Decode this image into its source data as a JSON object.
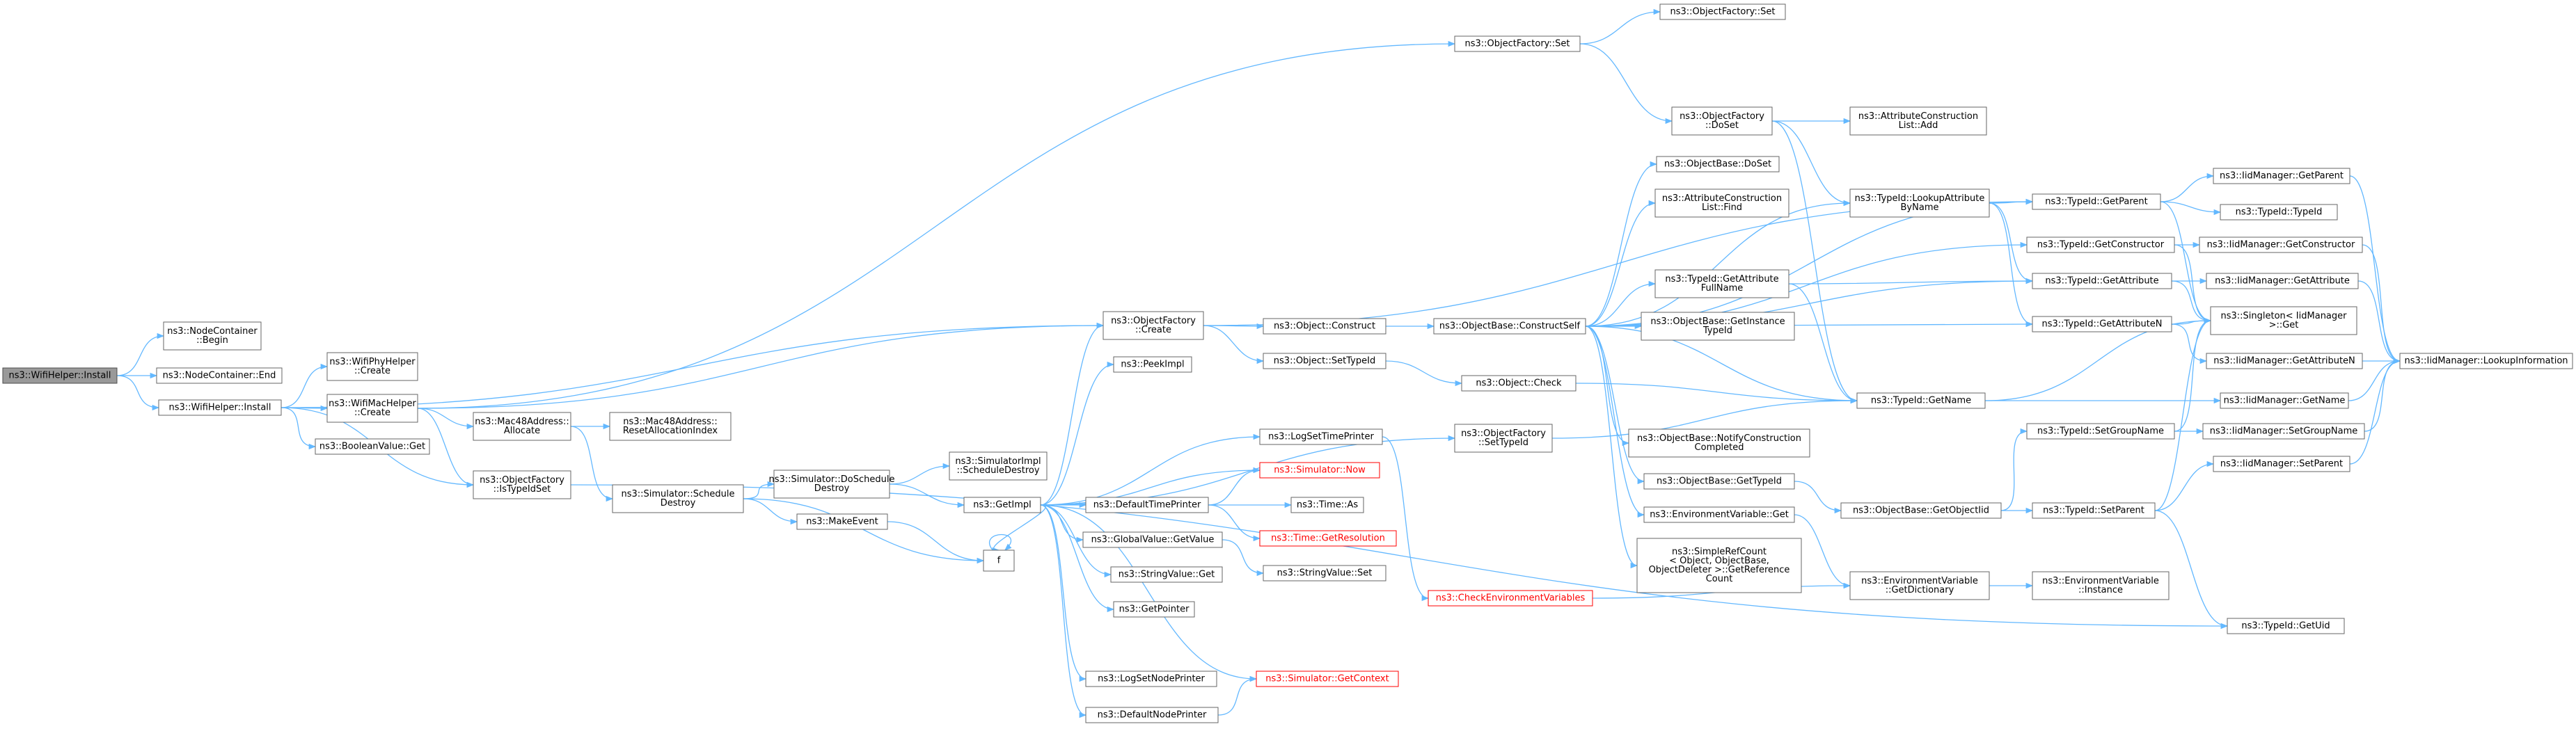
{
  "graph": {
    "colors": {
      "edge": "#63B8FF",
      "node_border": "#666666",
      "root_fill": "#999999",
      "root_border": "#4d4d4d",
      "root_text": "#000000",
      "node_text": "#000000",
      "red_border": "#ff0000",
      "red_text": "#ff0000",
      "node_fill": "#ffffff"
    },
    "nodes": [
      {
        "id": "wifihelper_install_root",
        "lines": [
          "ns3::WifiHelper::Install"
        ],
        "style": "root"
      },
      {
        "id": "nodecontainer_begin",
        "lines": [
          "ns3::NodeContainer",
          "::Begin"
        ]
      },
      {
        "id": "nodecontainer_end",
        "lines": [
          "ns3::NodeContainer::End"
        ]
      },
      {
        "id": "wifihelper_install",
        "lines": [
          "ns3::WifiHelper::Install"
        ]
      },
      {
        "id": "wifiphyhelper_create",
        "lines": [
          "ns3::WifiPhyHelper",
          "::Create"
        ]
      },
      {
        "id": "wifimachelper_create",
        "lines": [
          "ns3::WifiMacHelper",
          "::Create"
        ]
      },
      {
        "id": "booleanvalue_get",
        "lines": [
          "ns3::BooleanValue::Get"
        ]
      },
      {
        "id": "objectfactory_istypeidset",
        "lines": [
          "ns3::ObjectFactory",
          "::IsTypeIdSet"
        ]
      },
      {
        "id": "mac48_allocate",
        "lines": [
          "ns3::Mac48Address::",
          "Allocate"
        ]
      },
      {
        "id": "mac48_resetalloc",
        "lines": [
          "ns3::Mac48Address::",
          "ResetAllocationIndex"
        ]
      },
      {
        "id": "sim_scheduledestroy",
        "lines": [
          "ns3::Simulator::Schedule",
          "Destroy"
        ]
      },
      {
        "id": "sim_doscheduledestroy",
        "lines": [
          "ns3::Simulator::DoSchedule",
          "Destroy"
        ]
      },
      {
        "id": "simimpl_scheduledestroy",
        "lines": [
          "ns3::SimulatorImpl",
          "::ScheduleDestroy"
        ]
      },
      {
        "id": "makeevent",
        "lines": [
          "ns3::MakeEvent"
        ]
      },
      {
        "id": "f",
        "lines": [
          "f"
        ]
      },
      {
        "id": "getimpl",
        "lines": [
          "ns3::GetImpl"
        ]
      },
      {
        "id": "objectfactory_create",
        "lines": [
          "ns3::ObjectFactory",
          "::Create"
        ]
      },
      {
        "id": "peekimpl",
        "lines": [
          "ns3::PeekImpl"
        ]
      },
      {
        "id": "logsettimeprinter",
        "lines": [
          "ns3::LogSetTimePrinter"
        ]
      },
      {
        "id": "simulator_now",
        "lines": [
          "ns3::Simulator::Now"
        ],
        "style": "red"
      },
      {
        "id": "defaulttimeprinter",
        "lines": [
          "ns3::DefaultTimePrinter"
        ]
      },
      {
        "id": "time_as",
        "lines": [
          "ns3::Time::As"
        ]
      },
      {
        "id": "time_getresolution",
        "lines": [
          "ns3::Time::GetResolution"
        ],
        "style": "red"
      },
      {
        "id": "globalvalue_getvalue",
        "lines": [
          "ns3::GlobalValue::GetValue"
        ]
      },
      {
        "id": "stringvalue_set",
        "lines": [
          "ns3::StringValue::Set"
        ]
      },
      {
        "id": "stringvalue_get",
        "lines": [
          "ns3::StringValue::Get"
        ]
      },
      {
        "id": "getpointer",
        "lines": [
          "ns3::GetPointer"
        ]
      },
      {
        "id": "logsetnodeprinter",
        "lines": [
          "ns3::LogSetNodePrinter"
        ]
      },
      {
        "id": "simulator_getcontext",
        "lines": [
          "ns3::Simulator::GetContext"
        ],
        "style": "red"
      },
      {
        "id": "defaultnodeprinter",
        "lines": [
          "ns3::DefaultNodePrinter"
        ]
      },
      {
        "id": "object_construct",
        "lines": [
          "ns3::Object::Construct"
        ]
      },
      {
        "id": "object_settypeid",
        "lines": [
          "ns3::Object::SetTypeId"
        ]
      },
      {
        "id": "objectbase_constructself",
        "lines": [
          "ns3::ObjectBase::ConstructSelf"
        ]
      },
      {
        "id": "object_check",
        "lines": [
          "ns3::Object::Check"
        ]
      },
      {
        "id": "objectfactory_settypeid",
        "lines": [
          "ns3::ObjectFactory",
          "::SetTypeId"
        ]
      },
      {
        "id": "checkenvvars",
        "lines": [
          "ns3::CheckEnvironmentVariables"
        ],
        "style": "red"
      },
      {
        "id": "objectfactory_set",
        "lines": [
          "ns3::ObjectFactory::Set"
        ]
      },
      {
        "id": "objectfactory_set2",
        "lines": [
          "ns3::ObjectFactory::Set"
        ]
      },
      {
        "id": "objectfactory_doset",
        "lines": [
          "ns3::ObjectFactory",
          "::DoSet"
        ]
      },
      {
        "id": "attrconstr_add",
        "lines": [
          "ns3::AttributeConstruction",
          "List::Add"
        ]
      },
      {
        "id": "objectbase_doset",
        "lines": [
          "ns3::ObjectBase::DoSet"
        ]
      },
      {
        "id": "attrconstr_find",
        "lines": [
          "ns3::AttributeConstruction",
          "List::Find"
        ]
      },
      {
        "id": "typeid_lookupattrbyname",
        "lines": [
          "ns3::TypeId::LookupAttribute",
          "ByName"
        ]
      },
      {
        "id": "typeid_getattrfullname",
        "lines": [
          "ns3::TypeId::GetAttribute",
          "FullName"
        ]
      },
      {
        "id": "objectbase_getinstancetypeid",
        "lines": [
          "ns3::ObjectBase::GetInstance",
          "TypeId"
        ]
      },
      {
        "id": "objectbase_notifyconstr",
        "lines": [
          "ns3::ObjectBase::NotifyConstruction",
          "Completed"
        ]
      },
      {
        "id": "objectbase_gettypeid",
        "lines": [
          "ns3::ObjectBase::GetTypeId"
        ]
      },
      {
        "id": "envvar_get",
        "lines": [
          "ns3::EnvironmentVariable::Get"
        ]
      },
      {
        "id": "simplerefcount",
        "lines": [
          "ns3::SimpleRefCount",
          "< Object, ObjectBase,",
          "ObjectDeleter >::GetReference",
          "Count"
        ]
      },
      {
        "id": "typeid_getname",
        "lines": [
          "ns3::TypeId::GetName"
        ]
      },
      {
        "id": "objectbase_getobjectiid",
        "lines": [
          "ns3::ObjectBase::GetObjectIid"
        ]
      },
      {
        "id": "envvar_getdictionary",
        "lines": [
          "ns3::EnvironmentVariable",
          "::GetDictionary"
        ]
      },
      {
        "id": "envvar_instance",
        "lines": [
          "ns3::EnvironmentVariable",
          "::Instance"
        ]
      },
      {
        "id": "typeid_getparent",
        "lines": [
          "ns3::TypeId::GetParent"
        ]
      },
      {
        "id": "typeid_getconstructor",
        "lines": [
          "ns3::TypeId::GetConstructor"
        ]
      },
      {
        "id": "typeid_getattribute",
        "lines": [
          "ns3::TypeId::GetAttribute"
        ]
      },
      {
        "id": "typeid_getattributen",
        "lines": [
          "ns3::TypeId::GetAttributeN"
        ]
      },
      {
        "id": "typeid_setgroupname",
        "lines": [
          "ns3::TypeId::SetGroupName"
        ]
      },
      {
        "id": "typeid_setparent",
        "lines": [
          "ns3::TypeId::SetParent"
        ]
      },
      {
        "id": "typeid_getuid",
        "lines": [
          "ns3::TypeId::GetUid"
        ]
      },
      {
        "id": "iidmgr_getparent",
        "lines": [
          "ns3::IidManager::GetParent"
        ]
      },
      {
        "id": "typeid_typeid",
        "lines": [
          "ns3::TypeId::TypeId"
        ]
      },
      {
        "id": "iidmgr_getconstructor",
        "lines": [
          "ns3::IidManager::GetConstructor"
        ]
      },
      {
        "id": "iidmgr_getattribute",
        "lines": [
          "ns3::IidManager::GetAttribute"
        ]
      },
      {
        "id": "singleton_get",
        "lines": [
          "ns3::Singleton< IidManager",
          " >::Get"
        ]
      },
      {
        "id": "iidmgr_getattributen",
        "lines": [
          "ns3::IidManager::GetAttributeN"
        ]
      },
      {
        "id": "iidmgr_getname",
        "lines": [
          "ns3::IidManager::GetName"
        ]
      },
      {
        "id": "iidmgr_setgroupname",
        "lines": [
          "ns3::IidManager::SetGroupName"
        ]
      },
      {
        "id": "iidmgr_setparent",
        "lines": [
          "ns3::IidManager::SetParent"
        ]
      },
      {
        "id": "iidmgr_lookupinfo",
        "lines": [
          "ns3::IidManager::LookupInformation"
        ]
      }
    ],
    "edges": [
      [
        "wifihelper_install_root",
        "nodecontainer_begin"
      ],
      [
        "wifihelper_install_root",
        "nodecontainer_end"
      ],
      [
        "wifihelper_install_root",
        "wifihelper_install"
      ],
      [
        "wifihelper_install",
        "wifiphyhelper_create"
      ],
      [
        "wifihelper_install",
        "wifimachelper_create"
      ],
      [
        "wifihelper_install",
        "booleanvalue_get"
      ],
      [
        "wifihelper_install",
        "objectfactory_istypeidset"
      ],
      [
        "wifihelper_install",
        "objectfactory_create"
      ],
      [
        "wifimachelper_create",
        "mac48_allocate"
      ],
      [
        "wifimachelper_create",
        "objectfactory_istypeidset"
      ],
      [
        "wifimachelper_create",
        "objectfactory_create"
      ],
      [
        "wifimachelper_create",
        "objectfactory_set"
      ],
      [
        "mac48_allocate",
        "mac48_resetalloc"
      ],
      [
        "mac48_allocate",
        "sim_scheduledestroy"
      ],
      [
        "sim_scheduledestroy",
        "sim_doscheduledestroy"
      ],
      [
        "sim_scheduledestroy",
        "makeevent"
      ],
      [
        "sim_scheduledestroy",
        "f"
      ],
      [
        "sim_doscheduledestroy",
        "simimpl_scheduledestroy"
      ],
      [
        "sim_doscheduledestroy",
        "getimpl"
      ],
      [
        "makeevent",
        "f"
      ],
      [
        "f",
        "f"
      ],
      [
        "getimpl",
        "objectfactory_create"
      ],
      [
        "getimpl",
        "peekimpl"
      ],
      [
        "getimpl",
        "logsettimeprinter"
      ],
      [
        "getimpl",
        "simulator_now"
      ],
      [
        "getimpl",
        "defaulttimeprinter"
      ],
      [
        "getimpl",
        "globalvalue_getvalue"
      ],
      [
        "getimpl",
        "stringvalue_get"
      ],
      [
        "getimpl",
        "getpointer"
      ],
      [
        "getimpl",
        "logsetnodeprinter"
      ],
      [
        "getimpl",
        "simulator_getcontext"
      ],
      [
        "getimpl",
        "defaultnodeprinter"
      ],
      [
        "getimpl",
        "objectfactory_settypeid"
      ],
      [
        "getimpl",
        "f"
      ],
      [
        "defaulttimeprinter",
        "simulator_now"
      ],
      [
        "defaulttimeprinter",
        "time_as"
      ],
      [
        "defaulttimeprinter",
        "time_getresolution"
      ],
      [
        "globalvalue_getvalue",
        "stringvalue_set"
      ],
      [
        "defaultnodeprinter",
        "simulator_getcontext"
      ],
      [
        "logsettimeprinter",
        "checkenvvars"
      ],
      [
        "objectfactory_create",
        "object_construct"
      ],
      [
        "objectfactory_create",
        "object_settypeid"
      ],
      [
        "objectfactory_create",
        "typeid_getparent"
      ],
      [
        "object_construct",
        "objectbase_constructself"
      ],
      [
        "object_settypeid",
        "object_check"
      ],
      [
        "object_check",
        "typeid_getname"
      ],
      [
        "objectfactory_settypeid",
        "typeid_getname"
      ],
      [
        "checkenvvars",
        "envvar_getdictionary"
      ],
      [
        "objectfactory_set",
        "objectfactory_set2"
      ],
      [
        "objectfactory_set",
        "objectfactory_doset"
      ],
      [
        "objectfactory_doset",
        "attrconstr_add"
      ],
      [
        "objectfactory_doset",
        "typeid_lookupattrbyname"
      ],
      [
        "objectfactory_doset",
        "typeid_getname"
      ],
      [
        "objectbase_constructself",
        "objectbase_doset"
      ],
      [
        "objectbase_constructself",
        "attrconstr_find"
      ],
      [
        "objectbase_constructself",
        "typeid_getattrfullname"
      ],
      [
        "objectbase_constructself",
        "objectbase_getinstancetypeid"
      ],
      [
        "objectbase_constructself",
        "objectbase_notifyconstr"
      ],
      [
        "objectbase_constructself",
        "objectbase_gettypeid"
      ],
      [
        "objectbase_constructself",
        "envvar_get"
      ],
      [
        "objectbase_constructself",
        "simplerefcount"
      ],
      [
        "objectbase_constructself",
        "typeid_getname"
      ],
      [
        "objectbase_constructself",
        "typeid_getattribute"
      ],
      [
        "objectbase_constructself",
        "typeid_getattributen"
      ],
      [
        "objectbase_constructself",
        "typeid_getconstructor"
      ],
      [
        "objectbase_constructself",
        "typeid_getparent"
      ],
      [
        "objectbase_constructself",
        "typeid_lookupattrbyname"
      ],
      [
        "typeid_getattrfullname",
        "typeid_getattribute"
      ],
      [
        "typeid_getattrfullname",
        "typeid_getname"
      ],
      [
        "objectbase_gettypeid",
        "objectbase_getobjectiid"
      ],
      [
        "envvar_get",
        "envvar_getdictionary"
      ],
      [
        "objectbase_getobjectiid",
        "typeid_setgroupname"
      ],
      [
        "objectbase_getobjectiid",
        "typeid_setparent"
      ],
      [
        "envvar_getdictionary",
        "envvar_instance"
      ],
      [
        "typeid_lookupattrbyname",
        "typeid_getparent"
      ],
      [
        "typeid_lookupattrbyname",
        "typeid_getattribute"
      ],
      [
        "typeid_lookupattrbyname",
        "typeid_getattributen"
      ],
      [
        "typeid_getname",
        "iidmgr_getname"
      ],
      [
        "typeid_getname",
        "singleton_get"
      ],
      [
        "typeid_getparent",
        "iidmgr_getparent"
      ],
      [
        "typeid_getparent",
        "typeid_typeid"
      ],
      [
        "typeid_getparent",
        "singleton_get"
      ],
      [
        "typeid_getconstructor",
        "iidmgr_getconstructor"
      ],
      [
        "typeid_getconstructor",
        "singleton_get"
      ],
      [
        "typeid_getattribute",
        "iidmgr_getattribute"
      ],
      [
        "typeid_getattribute",
        "singleton_get"
      ],
      [
        "typeid_getattributen",
        "iidmgr_getattributen"
      ],
      [
        "typeid_getattributen",
        "singleton_get"
      ],
      [
        "typeid_setgroupname",
        "iidmgr_setgroupname"
      ],
      [
        "typeid_setgroupname",
        "singleton_get"
      ],
      [
        "typeid_setparent",
        "iidmgr_setparent"
      ],
      [
        "typeid_setparent",
        "typeid_getuid"
      ],
      [
        "typeid_setparent",
        "singleton_get"
      ],
      [
        "objectfactory_istypeidset",
        "typeid_getuid"
      ],
      [
        "iidmgr_getparent",
        "iidmgr_lookupinfo"
      ],
      [
        "iidmgr_getconstructor",
        "iidmgr_lookupinfo"
      ],
      [
        "iidmgr_getattribute",
        "iidmgr_lookupinfo"
      ],
      [
        "iidmgr_getattributen",
        "iidmgr_lookupinfo"
      ],
      [
        "iidmgr_getname",
        "iidmgr_lookupinfo"
      ],
      [
        "iidmgr_setgroupname",
        "iidmgr_lookupinfo"
      ],
      [
        "iidmgr_setparent",
        "iidmgr_lookupinfo"
      ]
    ]
  }
}
